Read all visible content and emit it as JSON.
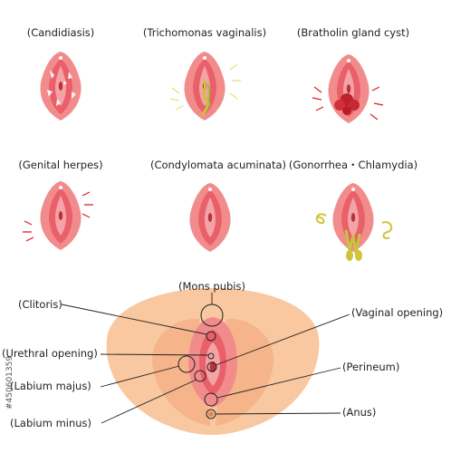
{
  "conditions": [
    {
      "key": "candidiasis",
      "label": "(Candidiasis)"
    },
    {
      "key": "trichomonas",
      "label": "(Trichomonas vaginalis)"
    },
    {
      "key": "bartholin",
      "label": "(Bratholin gland cyst)"
    },
    {
      "key": "herpes",
      "label": "(Genital herpes)"
    },
    {
      "key": "condylomata",
      "label": "(Condylomata acuminata)"
    },
    {
      "key": "gonorrhea",
      "label": "(Gonorrhea・Chlamydia)"
    }
  ],
  "anatomy": {
    "mons_pubis": "(Mons pubis)",
    "clitoris": "(Clitoris)",
    "vaginal_opening": "(Vaginal opening)",
    "urethral_opening": "(Urethral opening)",
    "labium_majus": "(Labium majus)",
    "perineum": "(Perineum)",
    "labium_minus": "(Labium minus)",
    "anus": "(Anus)"
  },
  "watermark": "#450601359",
  "colors": {
    "outer_labia": "#f08080",
    "inner": "#e8505a",
    "body_skin": "#f9c8a0",
    "body_inner": "#f5b48a"
  }
}
